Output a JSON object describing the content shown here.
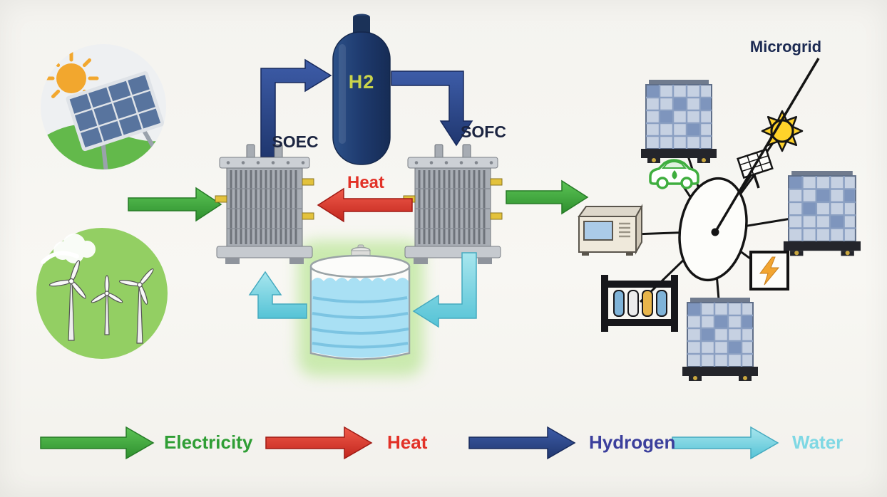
{
  "figure": {
    "labels": {
      "soec": "SOEC",
      "sofc": "SOFC",
      "hydrogen_tank": "H2",
      "heat_flow": "Heat",
      "microgrid": "Microgrid"
    },
    "legend": {
      "items": [
        {
          "label": "Electricity",
          "color": "#2f9e35"
        },
        {
          "label": "Heat",
          "color": "#e23127"
        },
        {
          "label": "Hydrogen",
          "color": "#3b3f9c"
        },
        {
          "label": "Water",
          "color": "#7fd8e4"
        }
      ]
    },
    "colors": {
      "electricity_arrow": "#3fae3f",
      "heat_arrow": "#d93a2c",
      "hydrogen_arrow": "#2c4a94",
      "water_arrow": "#6fd2e0",
      "hydrogen_tank": "#1e3a6e",
      "h2_label": "#c9d34b"
    },
    "icons": [
      "sun-and-solar-panel-icon",
      "wind-turbines-icon",
      "soec-stack-icon",
      "sofc-stack-icon",
      "hydrogen-tank-icon",
      "water-tank-icon",
      "microgrid-hub-icon",
      "building-icon",
      "ev-car-icon",
      "sun-icon",
      "solar-panel-icon",
      "generator-icon",
      "battery-bank-icon",
      "power-meter-icon"
    ]
  }
}
